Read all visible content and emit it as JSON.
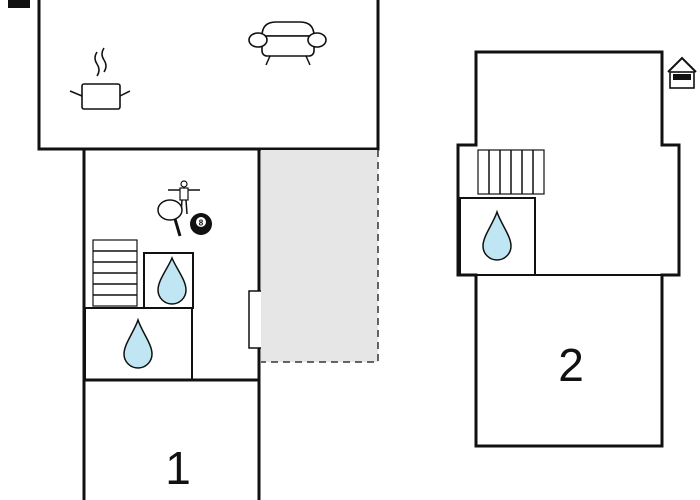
{
  "plan": {
    "rooms": [
      {
        "label": "1"
      },
      {
        "label": "2"
      }
    ],
    "icons": {
      "cooking": "cooking-pot-icon",
      "sofa": "sofa-icon",
      "fitness": "fitness-icon",
      "table_tennis": "table-tennis-icon",
      "billiard": "billiard-ball-icon",
      "billiard_text": "8",
      "water": "water-drop-icon",
      "stairs": "stairs-icon",
      "house": "house-icon"
    },
    "colors": {
      "wall": "#111111",
      "water": "#bfe6f2",
      "outdoor_area": "#e6e6e6"
    }
  }
}
